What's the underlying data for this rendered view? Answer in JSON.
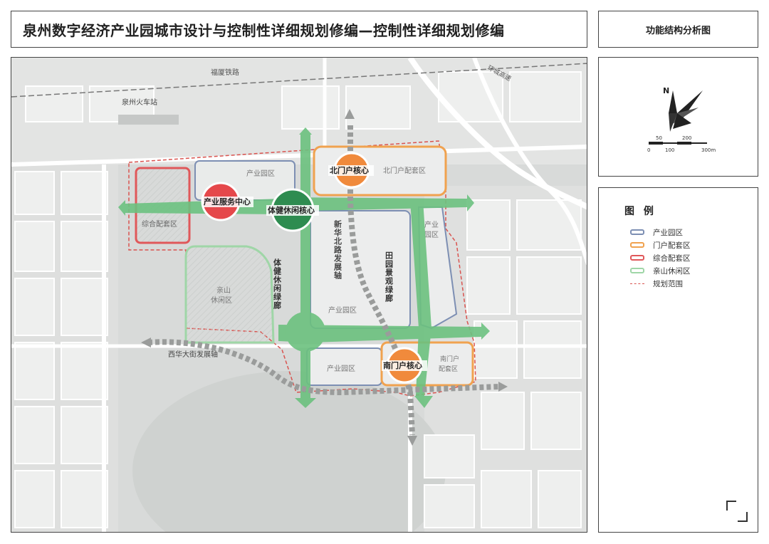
{
  "header": {
    "title": "泉州数字经济产业园城市设计与控制性详细规划修编—控制性详细规划修编",
    "subtitle": "功能结构分析图"
  },
  "compass": {
    "north": "N",
    "scale_labels": [
      "50",
      "200",
      "0",
      "100",
      "300m"
    ]
  },
  "legend": {
    "title": "图 例",
    "items": [
      {
        "label": "产业园区",
        "color": "#7d8fb3",
        "kind": "box"
      },
      {
        "label": "门户配套区",
        "color": "#f0a24f",
        "kind": "box"
      },
      {
        "label": "综合配套区",
        "color": "#e0585a",
        "kind": "box"
      },
      {
        "label": "亲山休闲区",
        "color": "#9fd6a7",
        "kind": "box"
      },
      {
        "label": "规划范围",
        "color": "#d9534f",
        "kind": "dash"
      }
    ]
  },
  "map": {
    "railway": "福厦铁路",
    "station": "泉州火车站",
    "ring_road": "环城高速",
    "cores": {
      "north_gate": "北门户核心",
      "service": "产业服务中心",
      "fitness": "体健休闲核心",
      "south_gate": "南门户核心"
    },
    "zones": {
      "industry_1": "产业园区",
      "industry_2": "产业园区",
      "industry_3": "产业园区",
      "industry_4": "产业园区",
      "north_gate_zone": "北门户配套区",
      "south_gate_zone_1": "南门户",
      "south_gate_zone_2": "配套区",
      "comprehensive": "综合配套区",
      "mountain_1": "亲山",
      "mountain_2": "休闲区"
    },
    "axes": {
      "fitness_corridor": "体健休闲绿廊",
      "xinhua_axis": "新华北路发展轴",
      "tianyuan_corridor": "田园景观绿廊",
      "xihua_axis": "西华大街发展轴"
    }
  },
  "colors": {
    "green_corridor": "#6cc17f",
    "core_red": "#e5484b",
    "core_green": "#2e8c50",
    "core_orange": "#f08a3c",
    "boundary": "#d9534f"
  }
}
